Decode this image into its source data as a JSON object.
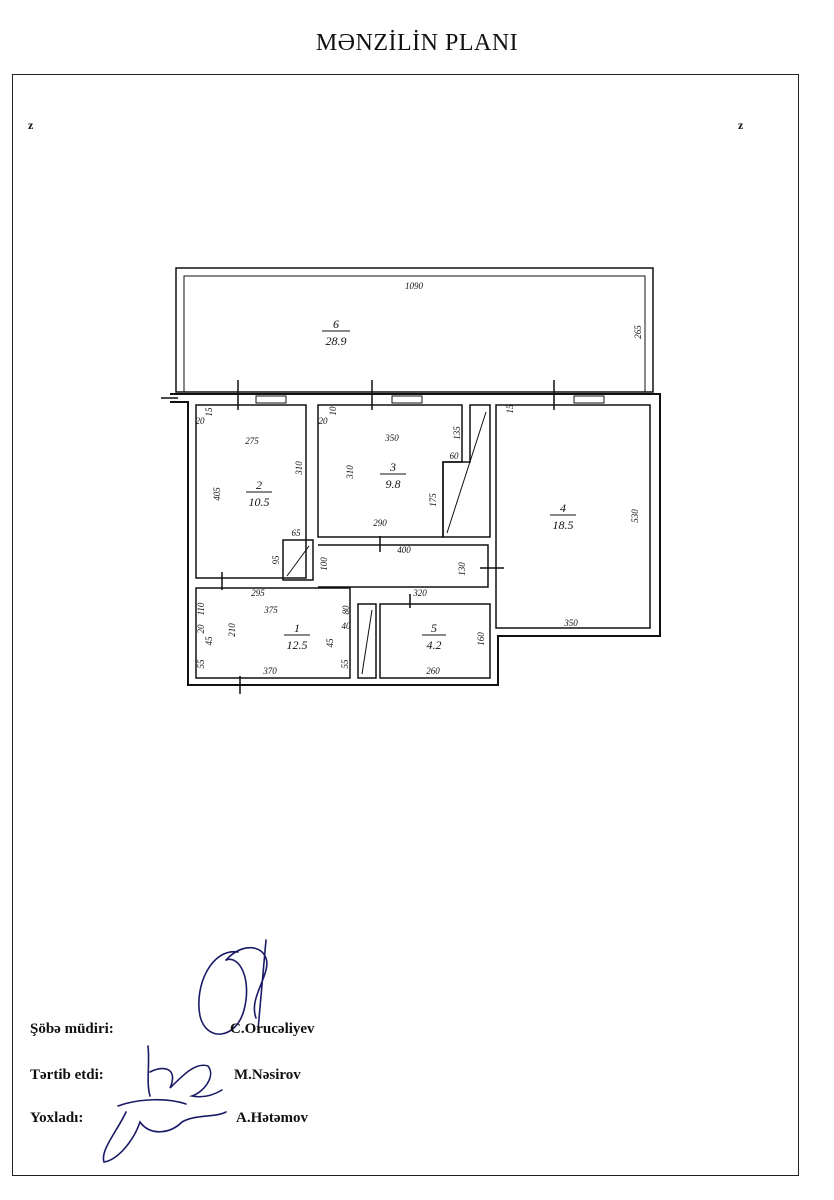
{
  "document": {
    "title": "MƏNZİLİN PLANI",
    "corner_left_mark": "z",
    "corner_right_mark": "z"
  },
  "plan": {
    "rooms": [
      {
        "number": "6",
        "area": "28.9"
      },
      {
        "number": "2",
        "area": "10.5"
      },
      {
        "number": "3",
        "area": "9.8"
      },
      {
        "number": "4",
        "area": "18.5"
      },
      {
        "number": "1",
        "area": "12.5"
      },
      {
        "number": "5",
        "area": "4.2"
      }
    ],
    "dimensions": {
      "balcony_length": "1090",
      "balcony_depth": "265",
      "r2_top": "275",
      "r2_left": "405",
      "r2_right": "310",
      "r2_bottom": "295",
      "r2_corner_a": "20",
      "r2_corner_b": "15",
      "r3_top": "350",
      "r3_left": "310",
      "r3_bottom": "290",
      "r3_corner_a": "20",
      "r3_corner_b": "10",
      "closet_top": "60",
      "closet_a": "135",
      "closet_b": "175",
      "r4_right": "530",
      "r4_bottom": "350",
      "r4_corner": "15",
      "hall_len": "400",
      "hall_h": "130",
      "hall_step": "100",
      "niche_w": "65",
      "niche_h": "95",
      "r1_top": "375",
      "r1_left": "210",
      "r1_bottom": "370",
      "r1_a": "110",
      "r1_b": "20",
      "r1_c": "45",
      "r1_d": "55",
      "r1_e": "45",
      "r1_f": "55",
      "r1_g": "80",
      "r1_h": "40",
      "r5_top": "320",
      "r5_bottom": "260",
      "r5_right": "160"
    }
  },
  "signatures": {
    "rows": [
      {
        "label": "Şöbə müdiri:",
        "name": "C.Orucəliyev"
      },
      {
        "label": "Tərtib etdi:",
        "name": "M.Nəsirov"
      },
      {
        "label": "Yoxladı:",
        "name": "A.Hətəmov"
      }
    ]
  }
}
